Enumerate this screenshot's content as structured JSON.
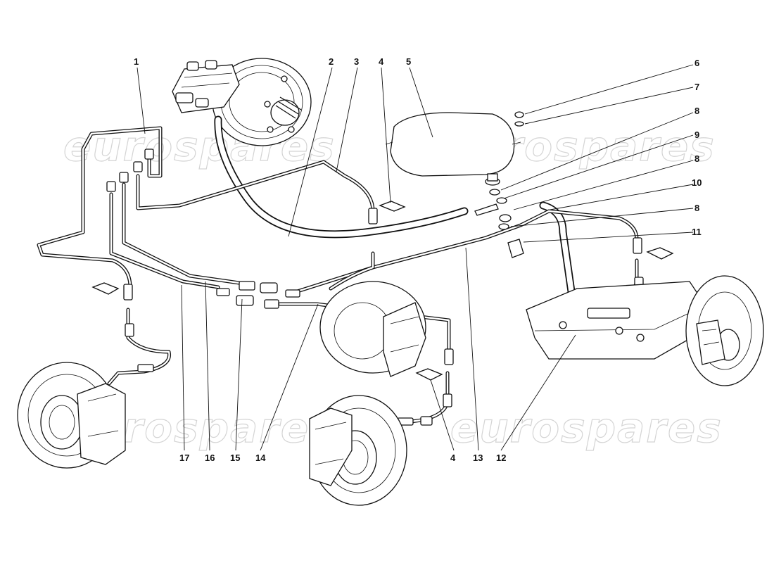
{
  "watermarks": [
    "eurospares",
    "eurospares",
    "eurospares",
    "eurospares"
  ],
  "callouts": [
    "1",
    "2",
    "3",
    "4",
    "5",
    "6",
    "7",
    "8",
    "9",
    "8",
    "10",
    "8",
    "11",
    "17",
    "16",
    "15",
    "14",
    "4",
    "13",
    "12"
  ],
  "icons": {
    "master_cylinder": "master-cylinder-icon",
    "brake_booster": "brake-booster-icon",
    "reservoir": "fluid-reservoir-icon",
    "brake_disc": "brake-disc-icon",
    "caliper": "brake-caliper-icon",
    "engine": "engine-block-icon"
  }
}
